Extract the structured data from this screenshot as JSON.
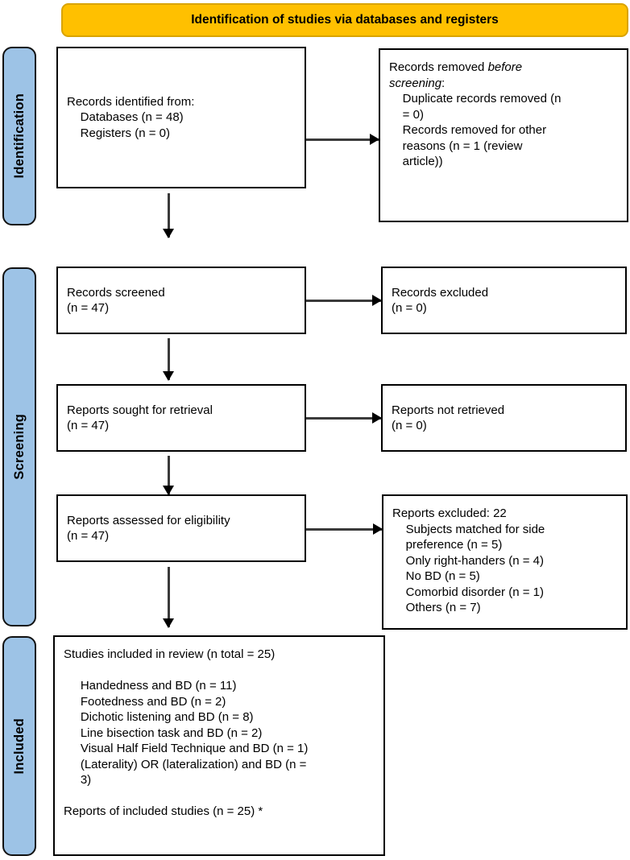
{
  "banner": {
    "title": "Identification of studies via databases and registers",
    "bg_color": "#FFC000"
  },
  "phases": {
    "identification": {
      "label": "Identification",
      "bg_color": "#9DC3E6"
    },
    "screening": {
      "label": "Screening",
      "bg_color": "#9DC3E6"
    },
    "included": {
      "label": "Included",
      "bg_color": "#9DC3E6"
    }
  },
  "boxes": {
    "records_identified": {
      "text": "Records identified from:\n    Databases (n = 48)\n    Registers (n = 0)"
    },
    "records_removed": {
      "line1_prefix": "Records removed ",
      "line1_italic": "before",
      "line2_italic": "screening",
      "line2_suffix": ":",
      "rest": "\n    Duplicate records removed (n\n    = 0)\n    Records removed for other\n    reasons (n = 1 (review\n    article))"
    },
    "records_screened": {
      "text": "Records screened\n(n = 47)"
    },
    "records_excluded": {
      "text": "Records excluded\n(n = 0)"
    },
    "reports_sought": {
      "text": "Reports sought for retrieval\n(n = 47)"
    },
    "reports_not_retrieved": {
      "text": "Reports not retrieved\n(n = 0)"
    },
    "reports_assessed": {
      "text": "Reports assessed for eligibility\n(n = 47)"
    },
    "reports_excluded": {
      "text": "Reports excluded: 22\n    Subjects matched for side\n    preference (n = 5)\n    Only right-handers (n = 4)\n    No BD (n = 5)\n    Comorbid disorder (n = 1)\n    Others (n = 7)"
    },
    "studies_included": {
      "text": "Studies included in review (n total = 25)\n\n     Handedness and BD (n = 11)\n     Footedness and BD (n = 2)\n     Dichotic listening and BD (n = 8)\n     Line bisection task and BD (n = 2)\n     Visual Half Field Technique and BD (n = 1)\n     (Laterality) OR (lateralization) and BD (n =\n     3)\n\nReports of included studies (n = 25) *"
    }
  }
}
